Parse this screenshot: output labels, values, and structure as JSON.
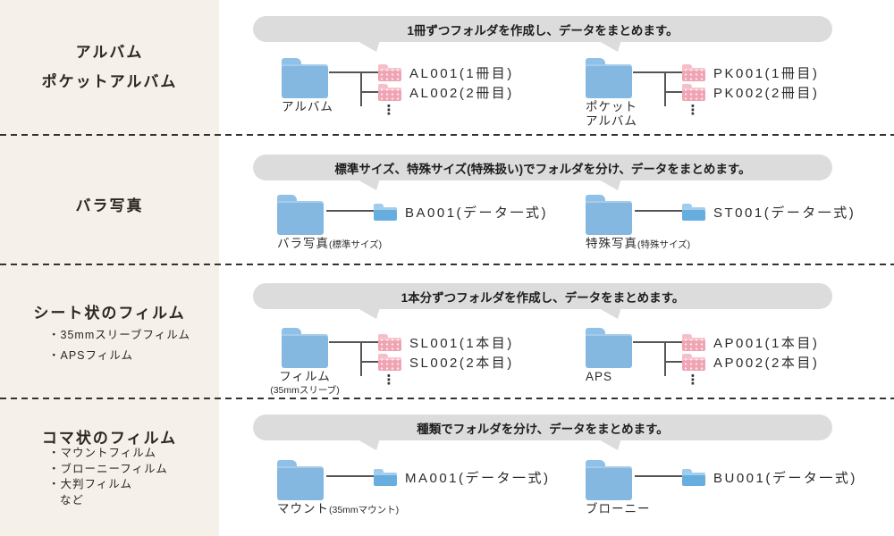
{
  "colors": {
    "page_bg": "#ffffff",
    "left_panel_bg": "#f5f1ea",
    "banner_bg": "#dcdcdc",
    "divider": "#333333",
    "folder_blue_large": "#84b8e1",
    "folder_blue_small": "#67aedf",
    "folder_pink_small": "#f0a3b2",
    "connector_line": "#555555",
    "text": "#2b2b2b"
  },
  "sections": [
    {
      "side_title": [
        "アルバム",
        "ポケットアルバム"
      ],
      "side_items": [],
      "banner": "1冊ずつフォルダを作成し、データをまとめます。",
      "trees": [
        {
          "label1": "アルバム",
          "children": [
            "AL001(1冊目)",
            "AL002(2冊目)"
          ],
          "ellipsis": "⋮"
        },
        {
          "label1": "ポケット",
          "label2": "アルバム",
          "children": [
            "PK001(1冊目)",
            "PK002(2冊目)"
          ],
          "ellipsis": "⋮"
        }
      ]
    },
    {
      "side_title": [
        "バラ写真"
      ],
      "side_items": [],
      "banner": "標準サイズ、特殊サイズ(特殊扱い)でフォルダを分け、データをまとめます。",
      "trees": [
        {
          "label1": "バラ写真",
          "label1_small": "(標準サイズ)",
          "children": [
            "BA001(データ一式)"
          ]
        },
        {
          "label1": "特殊写真",
          "label1_small": "(特殊サイズ)",
          "children": [
            "ST001(データ一式)"
          ]
        }
      ]
    },
    {
      "side_title": [
        "シート状のフィルム"
      ],
      "side_items": [
        "・35mmスリーブフィルム",
        "・APSフィルム"
      ],
      "banner": "1本分ずつフォルダを作成し、データをまとめます。",
      "trees": [
        {
          "label1": "フィルム",
          "label2_small": "(35mmスリーブ)",
          "children": [
            "SL001(1本目)",
            "SL002(2本目)"
          ],
          "ellipsis": "⋮"
        },
        {
          "label1": "APS",
          "children": [
            "AP001(1本目)",
            "AP002(2本目)"
          ],
          "ellipsis": "⋮"
        }
      ]
    },
    {
      "side_title": [
        "コマ状のフィルム"
      ],
      "side_items": [
        "・マウントフィルム",
        "・ブローニーフィルム",
        "・大判フィルム",
        "など"
      ],
      "banner": "種類でフォルダを分け、データをまとめます。",
      "trees": [
        {
          "label1": "マウント",
          "label1_small": "(35mmマウント)",
          "children": [
            "MA001(データ一式)"
          ]
        },
        {
          "label1": "ブローニー",
          "children": [
            "BU001(データ一式)"
          ]
        }
      ]
    }
  ]
}
